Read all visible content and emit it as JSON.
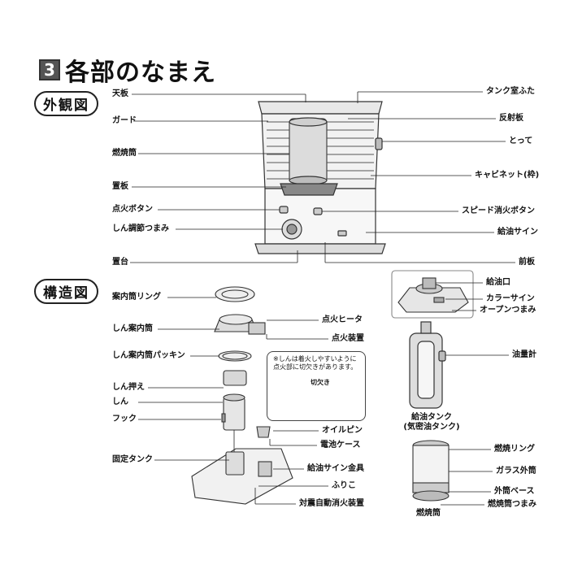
{
  "header": {
    "number": "3",
    "title": "各部のなまえ"
  },
  "sections": {
    "exterior": "外観図",
    "structure": "構造図"
  },
  "exterior_labels": {
    "top_plate": "天板",
    "guard": "ガード",
    "combustion_tube": "燃焼筒",
    "cover_plate": "置板",
    "ignition_button": "点火ボタン",
    "wick_knob": "しん調節つまみ",
    "base": "置台",
    "tank_lid": "タンク室ふた",
    "reflector": "反射板",
    "handle": "とって",
    "cabinet": "キャビネット(枠)",
    "speed_off_button": "スピード消火ボタン",
    "fuel_sign": "給油サイン",
    "front_plate": "前板"
  },
  "structure_labels": {
    "guide_ring": "案内筒リング",
    "wick_guide": "しん案内筒",
    "wick_guide_packing": "しん案内筒パッキン",
    "wick_holder": "しん押え",
    "wick": "しん",
    "hook": "フック",
    "fixed_tank": "固定タンク",
    "ignition_heater": "点火ヒータ",
    "ignition_device": "点火装置",
    "oil_pin": "オイルピン",
    "battery_case": "電池ケース",
    "fuel_sign_fitting": "給油サイン金具",
    "pendulum": "ふりこ",
    "seismic_device": "対震自動消火装置"
  },
  "tank_labels": {
    "fuel_port": "給油口",
    "color_sign": "カラーサイン",
    "open_knob": "オープンつまみ",
    "oil_gauge": "油量計",
    "tank_name_line1": "給油タンク",
    "tank_name_line2": "(気密油タンク)"
  },
  "burner_labels": {
    "combustion_ring": "燃焼リング",
    "glass_outer": "ガラス外筒",
    "outer_base": "外筒ベース",
    "knob": "燃焼筒つまみ",
    "name": "燃焼筒"
  },
  "note": {
    "text": "※しんは着火しやすいように点火部に切欠きがあります。",
    "cutout": "切欠き"
  },
  "colors": {
    "ink": "#222222",
    "badge_bg": "#555555",
    "heater_body": "#f4f4f4"
  }
}
